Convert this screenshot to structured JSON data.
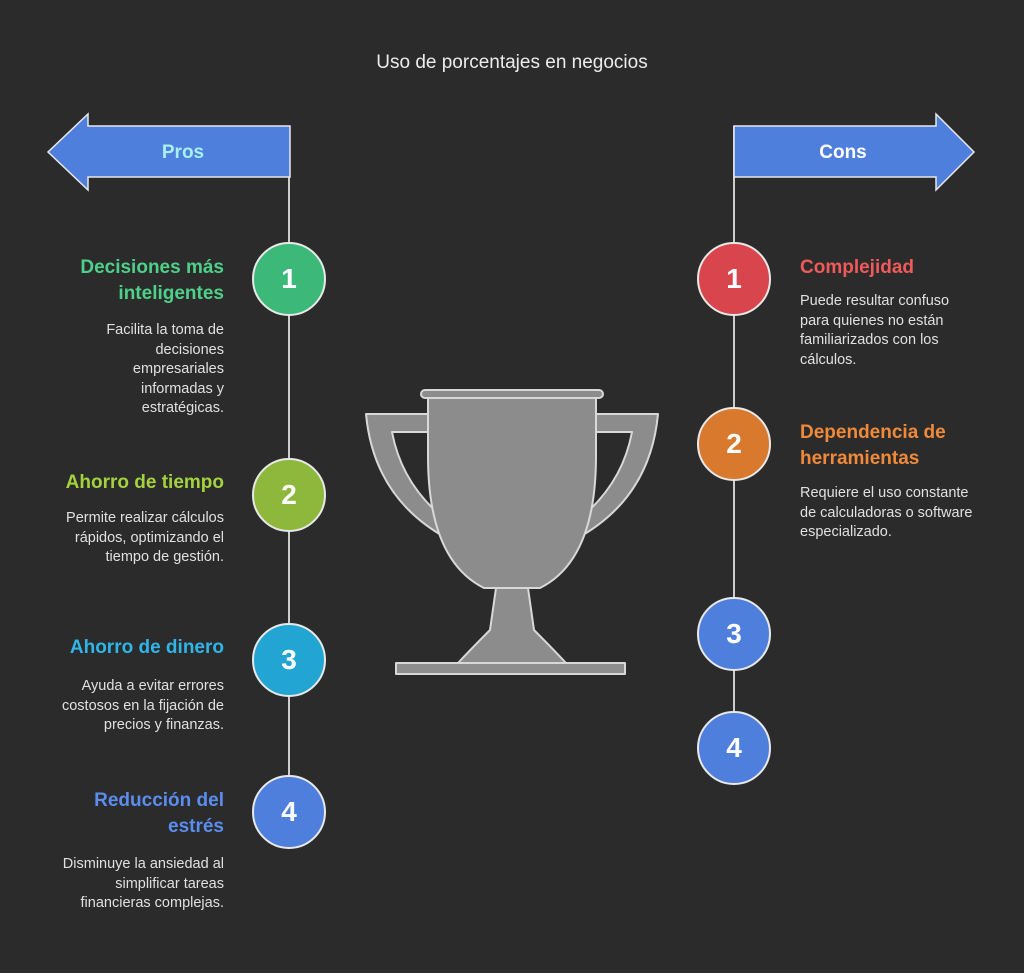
{
  "title": "Uso de porcentajes en negocios",
  "pros": {
    "label": "Pros",
    "label_color": "#a8f0f0",
    "arrow_color": "#4f7fdc",
    "items": [
      {
        "number": "1",
        "title": "Decisiones más inteligentes",
        "description": "Facilita la toma de decisiones empresariales informadas y estratégicas.",
        "color": "#3cb878",
        "title_color": "#4fd08a"
      },
      {
        "number": "2",
        "title": "Ahorro de tiempo",
        "description": "Permite realizar cálculos rápidos, optimizando el tiempo de gestión.",
        "color": "#8db83c",
        "title_color": "#a3d23e"
      },
      {
        "number": "3",
        "title": "Ahorro de dinero",
        "description": "Ayuda a evitar errores costosos en la fijación de precios y finanzas.",
        "color": "#22a5d3",
        "title_color": "#30b5e8"
      },
      {
        "number": "4",
        "title": "Reducción del estrés",
        "description": "Disminuye la ansiedad al simplificar tareas financieras complejas.",
        "color": "#4f7fdc",
        "title_color": "#5b8cf0"
      }
    ]
  },
  "cons": {
    "label": "Cons",
    "label_color": "#ffffff",
    "arrow_color": "#4f7fdc",
    "items": [
      {
        "number": "1",
        "title": "Complejidad",
        "description": "Puede resultar confuso para quienes no están familiarizados con los cálculos.",
        "color": "#d9454c",
        "title_color": "#f05a5a"
      },
      {
        "number": "2",
        "title": "Dependencia de herramientas",
        "description": "Requiere el uso constante de calculadoras o software especializado.",
        "color": "#d9792e",
        "title_color": "#f08a3a"
      },
      {
        "number": "3",
        "title": "",
        "description": "",
        "color": "#4f7fdc",
        "title_color": "#5b8cf0"
      },
      {
        "number": "4",
        "title": "",
        "description": "",
        "color": "#4f7fdc",
        "title_color": "#5b8cf0"
      }
    ]
  },
  "icons": {
    "center": "trophy-icon"
  }
}
